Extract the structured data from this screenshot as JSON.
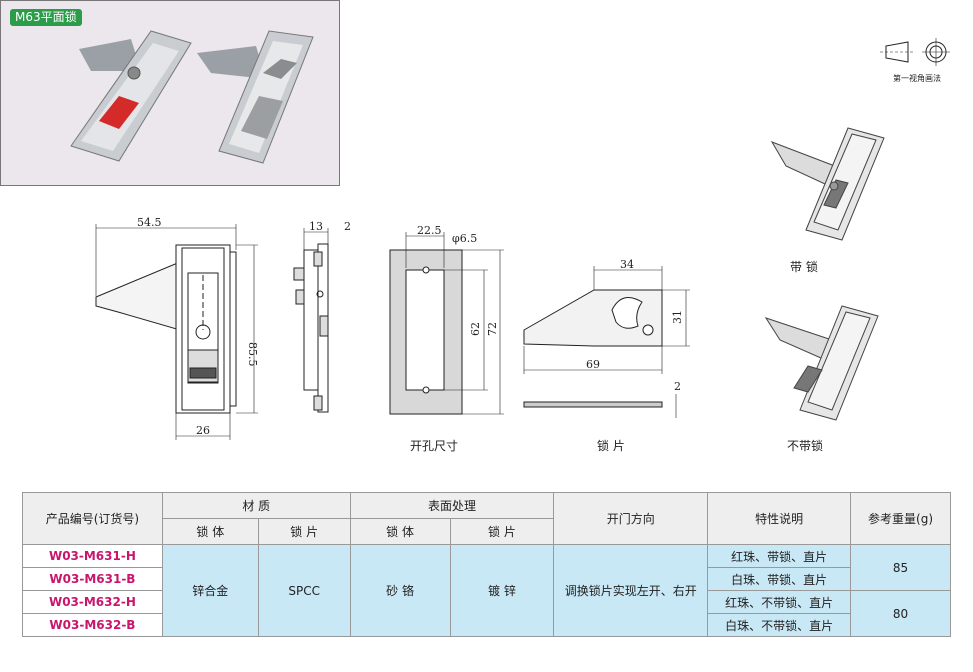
{
  "title": "M63平面锁",
  "projection_label": "第一视角画法",
  "dims": {
    "d1": "54.5",
    "d2": "85.5",
    "d3": "26",
    "d4": "13",
    "d5": "2",
    "d6": "22.5",
    "d7": "φ6.5",
    "d8": "62",
    "d9": "72",
    "d10": "34",
    "d11": "31",
    "d12": "69",
    "d13": "2"
  },
  "captions": {
    "cutout": "开孔尺寸",
    "plate": "锁 片",
    "with_lock": "带 锁",
    "without_lock": "不带锁"
  },
  "table": {
    "h_code": "产品编号(订货号)",
    "h_material": "材 质",
    "h_surface": "表面处理",
    "h_direction": "开门方向",
    "h_features": "特性说明",
    "h_weight": "参考重量(g)",
    "h_body": "锁 体",
    "h_plate": "锁 片",
    "h_body2": "锁 体",
    "h_plate2": "锁 片",
    "body_material": "锌合金",
    "plate_material": "SPCC",
    "body_surface": "砂 铬",
    "plate_surface": "镀 锌",
    "direction": "调换锁片实现左开、右开",
    "rows": [
      {
        "code": "W03-M631-H",
        "feature": "红珠、带锁、直片"
      },
      {
        "code": "W03-M631-B",
        "feature": "白珠、带锁、直片"
      },
      {
        "code": "W03-M632-H",
        "feature": "红珠、不带锁、直片"
      },
      {
        "code": "W03-M632-B",
        "feature": "白珠、不带锁、直片"
      }
    ],
    "weight1": "85",
    "weight2": "80"
  }
}
